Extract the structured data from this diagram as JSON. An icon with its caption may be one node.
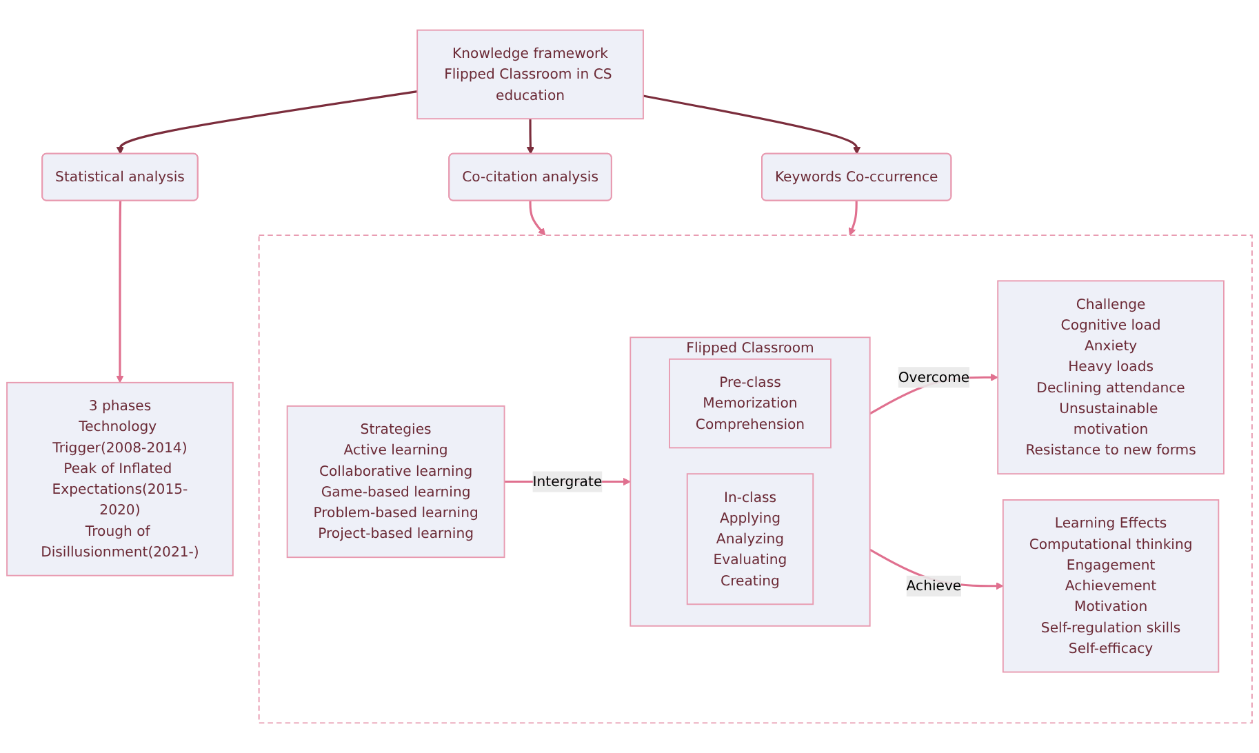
{
  "diagram": {
    "nodes": [
      {
        "text": [
          "Knowledge framework",
          "Flipped Classroom in CS education"
        ]
      },
      {
        "text": [
          "Statistical analysis"
        ]
      },
      {
        "text": [
          "Co-citation analysis"
        ]
      },
      {
        "text": [
          "Keywords Co-ccurrence"
        ]
      },
      {
        "text": [
          "3 phases",
          "Technology Trigger(2008-2014)",
          "Peak of Inflated Expectations(2015-2020)",
          "Trough of Disillusionment(2021-)"
        ]
      },
      {
        "text": [],
        "shape": "box"
      },
      {
        "text": [
          "Strategies",
          "Active learning",
          "Collaborative learning",
          "Game-based learning",
          "Problem-based learning",
          "Project-based learning"
        ],
        "in": 5
      },
      {
        "text": [
          "Flipped Classroom"
        ],
        "in": 5
      },
      {
        "text": [
          "Pre-class",
          "Memorization",
          "Comprehension"
        ],
        "in": 7
      },
      {
        "text": [
          "In-class",
          "Applying",
          "Analyzing",
          "Evaluating",
          "Creating"
        ],
        "in": 7
      },
      {
        "text": [
          "Challenge",
          "Cognitive load",
          "Anxiety",
          "Heavy loads",
          "Declining attendance",
          "Unsustainable motivation",
          "Resistance to new forms"
        ],
        "in": 5
      },
      {
        "text": [
          "Learning Effects",
          "Computational thinking",
          "Engagement",
          "Achievement",
          "Motivation",
          "Self-regulation skills",
          "Self-efficacy"
        ],
        "in": 5
      }
    ],
    "edges": [
      {
        "from": 0,
        "to": 1,
        "arrow": "to",
        "color": "#7b2d3c"
      },
      {
        "from": 0,
        "to": 2,
        "arrow": "to",
        "color": "#7b2d3c"
      },
      {
        "from": 0,
        "to": 3,
        "arrow": "to",
        "color": "#7b2d3c"
      },
      {
        "from": 1,
        "to": 4,
        "arrow": "to"
      },
      {
        "from": 2,
        "to": 5,
        "arrow": "to"
      },
      {
        "from": 3,
        "to": 5,
        "arrow": "to"
      },
      {
        "from": 6,
        "to": 7,
        "arrow": "to",
        "label": "Intergrate"
      },
      {
        "from": 7,
        "to": 10,
        "arrow": "to",
        "label": "Overcome"
      },
      {
        "from": 7,
        "to": 11,
        "arrow": "to",
        "label": "Achieve"
      }
    ]
  }
}
